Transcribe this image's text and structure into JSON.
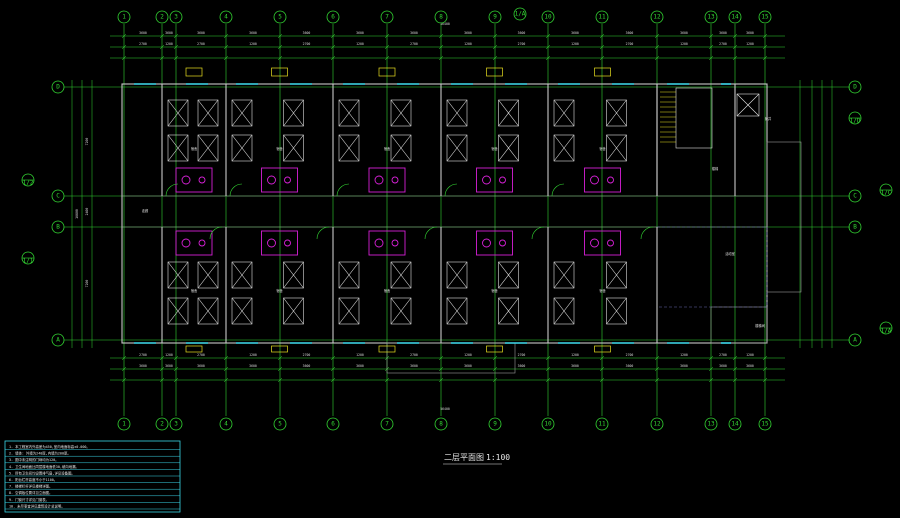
{
  "drawing": {
    "title": "二层平面图",
    "scale": "1:100",
    "grid_columns": [
      "1",
      "2",
      "3",
      "4",
      "5",
      "6",
      "7",
      "8",
      "9",
      "10",
      "11",
      "12",
      "13",
      "14",
      "15"
    ],
    "grid_rows": [
      "A",
      "B",
      "C",
      "D"
    ],
    "column_markers_top": [
      "1",
      "2",
      "3",
      "4",
      "5",
      "6",
      "7",
      "8",
      "9",
      "1/A",
      "10",
      "11",
      "12",
      "13",
      "14",
      "15"
    ],
    "column_markers_bottom": [
      "1",
      "2",
      "3",
      "4",
      "5",
      "6",
      "7",
      "8",
      "9",
      "10",
      "11",
      "12",
      "13",
      "14",
      "15"
    ],
    "section_markers": [
      "1/2",
      "1/1",
      "1/C",
      "1/D",
      "1/A"
    ],
    "top_dims_row1": [
      "3600",
      "3600",
      "3600",
      "3600",
      "3600",
      "3600",
      "3600",
      "3600",
      "3600",
      "3600",
      "3600",
      "3600",
      "3600",
      "3600"
    ],
    "top_dims_row2": [
      "2700",
      "1200",
      "2700",
      "1200",
      "2700",
      "1200",
      "2700",
      "1200",
      "2700",
      "1200",
      "2700",
      "1200",
      "2700",
      "1200"
    ],
    "top_total": "56400",
    "left_dims": [
      "7200",
      "2400",
      "7200"
    ],
    "left_total": "16800",
    "room_labels": [
      "宿舍",
      "宿舍",
      "宿舍",
      "宿舍",
      "宿舍",
      "宿舍",
      "宿舍",
      "宿舍",
      "宿舍",
      "宿舍",
      "走廊",
      "楼梯",
      "活动室",
      "管井",
      "楼梯间"
    ],
    "notes": [
      "1. 本工程室内外高差为450,室内地面标高±0.000。",
      "2. 墙体: 外墙为240厚,内墙为200厚。",
      "3. 图中未注明的门垛均为120。",
      "4. 卫生间地面比同层楼地面低30,坡向地漏。",
      "5. 所有卫生间均设置排气扇,详见设备图。",
      "6. 阳台栏杆高度不小于1100。",
      "7. 楼梯栏杆详见楼梯详图。",
      "8. 空调板位置详见立面图。",
      "9. 门窗尺寸详见门窗表。",
      "10. 未尽事宜详见建筑设计总说明。"
    ]
  },
  "colors": {
    "background": "#000000",
    "grid": "#33d633",
    "wall": "#c8c8c8",
    "glass": "#3ad6e8",
    "bathroom": "#d620d6",
    "text": "#e0e0e0"
  }
}
